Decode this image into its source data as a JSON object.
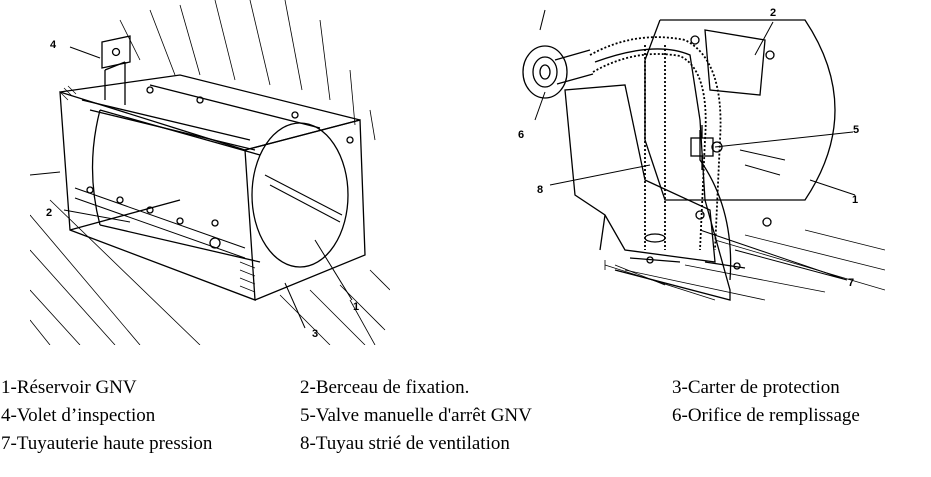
{
  "figure_left": {
    "callouts": [
      "4",
      "2",
      "1",
      "3"
    ]
  },
  "figure_right": {
    "callouts": [
      "2",
      "5",
      "1",
      "6",
      "8",
      "7"
    ]
  },
  "legend": {
    "rows": [
      [
        "1-Réservoir GNV",
        "2-Berceau de fixation.",
        "3-Carter de protection"
      ],
      [
        "4-Volet d’inspection",
        "5-Valve manuelle d'arrêt GNV",
        "6-Orifice de remplissage"
      ],
      [
        "7-Tuyauterie haute pression",
        "8-Tuyau strié de ventilation"
      ]
    ]
  }
}
